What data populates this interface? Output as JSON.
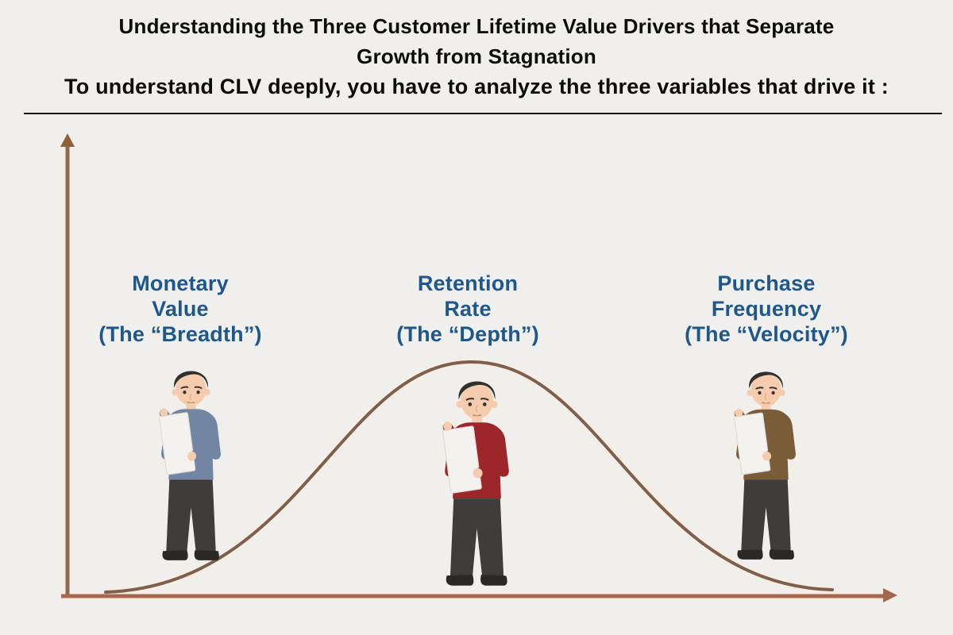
{
  "header": {
    "title_line1": "Understanding the Three Customer Lifetime Value Drivers that Separate",
    "title_line2": "Growth from Stagnation",
    "subtitle": "To understand CLV deeply, you have to analyze the three variables that drive it :"
  },
  "figures": [
    {
      "id": "monetary-value",
      "label_lines": [
        "Monetary",
        "Value",
        "(The “Breadth”)"
      ],
      "shirt_color": "#7285A2",
      "position": "left-tail-of-curve"
    },
    {
      "id": "retention-rate",
      "label_lines": [
        "Retention",
        "Rate",
        "(The “Depth”)"
      ],
      "shirt_color": "#9C2629",
      "position": "under-curve-peak"
    },
    {
      "id": "purchase-frequency",
      "label_lines": [
        "Purchase",
        "Frequency",
        "(The “Velocity”)"
      ],
      "shirt_color": "#7A5C39",
      "position": "right-tail-of-curve"
    }
  ],
  "chart": {
    "shape": "bell-curve",
    "has_y_axis_arrow": true,
    "has_x_axis_arrow": true
  },
  "colors": {
    "background": "#F0EFEC",
    "title_text": "#0D0D0D",
    "label_blue": "#1E578C",
    "y_axis": "#8A6A52",
    "y_axis_arrow": "#90603A",
    "x_axis": "#A4684E",
    "curve": "#7C5F4C",
    "glow": "#F8EEE5"
  }
}
